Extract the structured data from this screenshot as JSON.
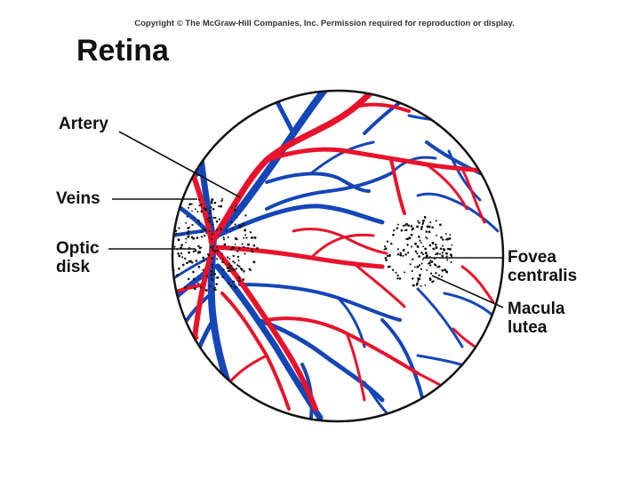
{
  "copyright": "Copyright © The McGraw-Hill Companies, Inc. Permission required for reproduction or display.",
  "title": "Retina",
  "labels": {
    "artery": "Artery",
    "veins": "Veins",
    "optic_disk_line1": "Optic",
    "optic_disk_line2": "disk",
    "fovea_line1": "Fovea",
    "fovea_line2": "centralis",
    "macula_line1": "Macula",
    "macula_line2": "lutea"
  },
  "colors": {
    "artery": "#e8132b",
    "vein": "#1546b8",
    "outline": "#111111"
  }
}
